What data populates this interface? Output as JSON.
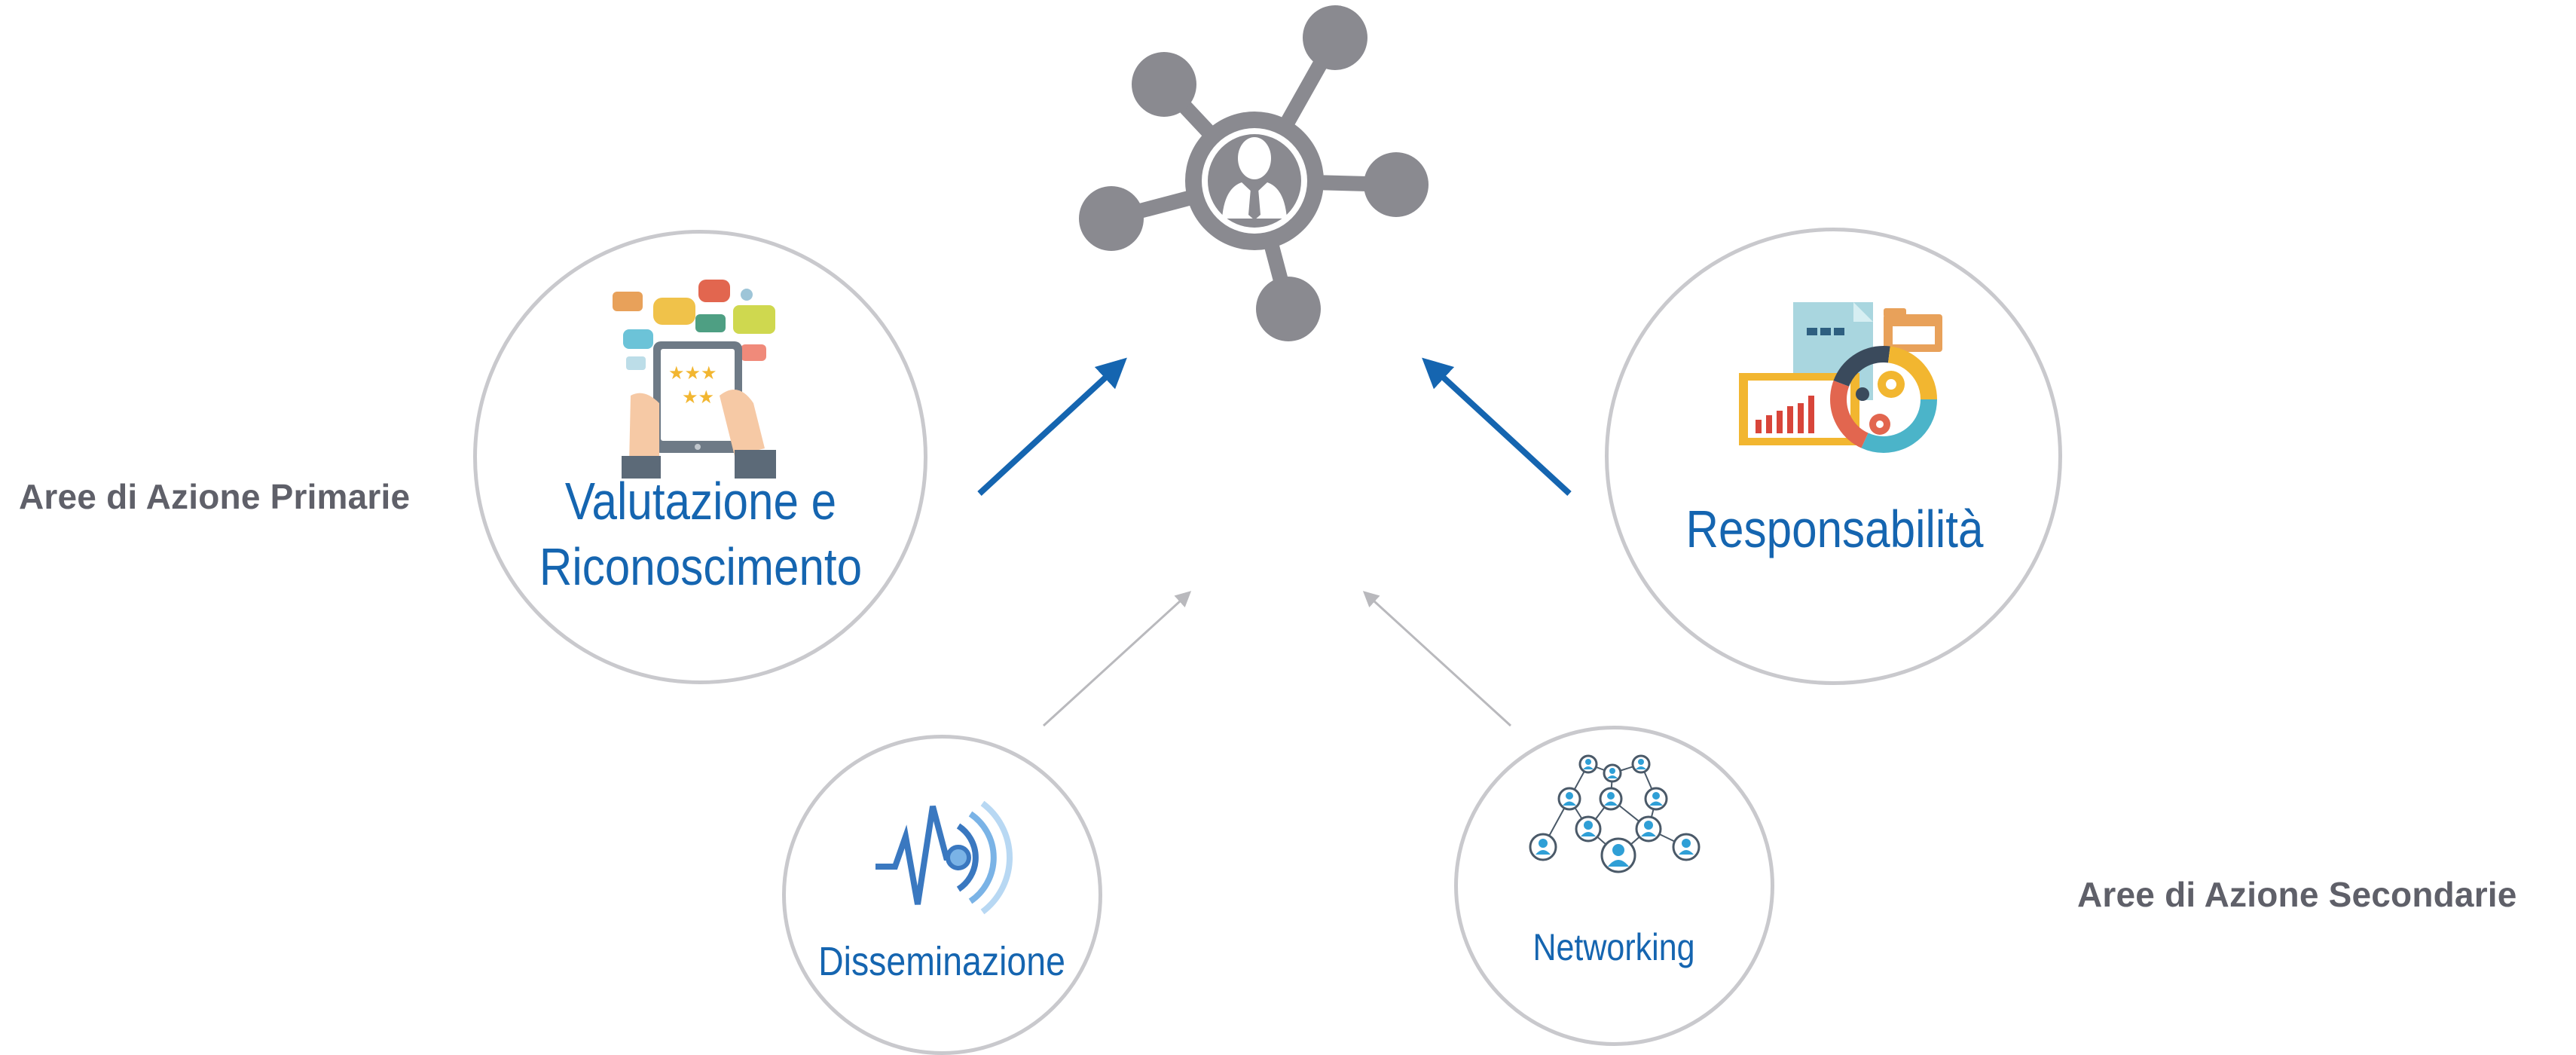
{
  "labels": {
    "primary": "Aree di Azione Primarie",
    "secondary": "Aree di Azione Secondarie"
  },
  "hub": {
    "icon": "network-person-icon"
  },
  "nodes": {
    "valutazione": {
      "line1": "Valutazione e",
      "line2": "Riconoscimento",
      "icon": "tablet-rating-icon"
    },
    "responsabilita": {
      "label": "Responsabilità",
      "icon": "report-gears-icon"
    },
    "disseminazione": {
      "label": "Disseminazione",
      "icon": "signal-broadcast-icon"
    },
    "networking": {
      "label": "Networking",
      "icon": "people-network-icon"
    }
  },
  "colors": {
    "primary_text": "#1565b0",
    "arrow_primary": "#1565b0",
    "arrow_secondary": "#b9b9bd",
    "circle_border": "#c9c9cd",
    "hub_gray": "#8a8a90",
    "side_label": "#5f6069"
  }
}
